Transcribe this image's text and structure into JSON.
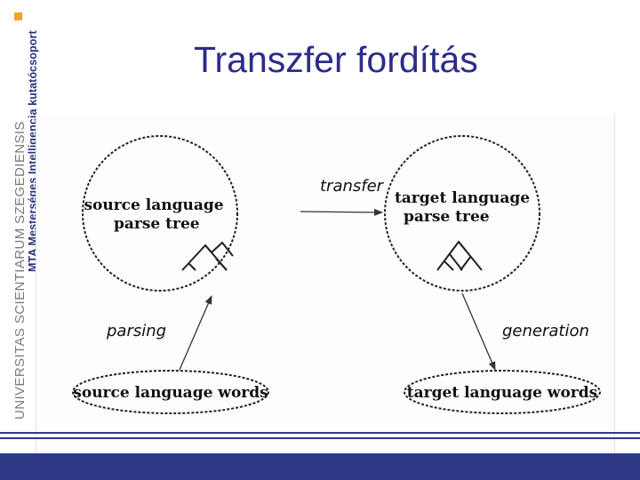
{
  "slide": {
    "title": "Transzfer fordítás",
    "sidebar_text_1": "MTA Mesterséges Intelligencia kutatócsoport",
    "sidebar_text_2": "UNIVERSITAS SCIENTIARUM SZEGEDIENSIS"
  },
  "diagram": {
    "nodes": {
      "source_tree_line1": "source language",
      "source_tree_line2": "parse tree",
      "target_tree_line1": "target language",
      "target_tree_line2": "parse tree",
      "source_words": "source language words",
      "target_words": "target language words"
    },
    "edges": {
      "transfer": "transfer",
      "parsing": "parsing",
      "generation": "generation"
    }
  },
  "colors": {
    "title": "#2c2c8a",
    "brand_blue": "#2e3a86",
    "accent_orange": "#f2a32b"
  }
}
